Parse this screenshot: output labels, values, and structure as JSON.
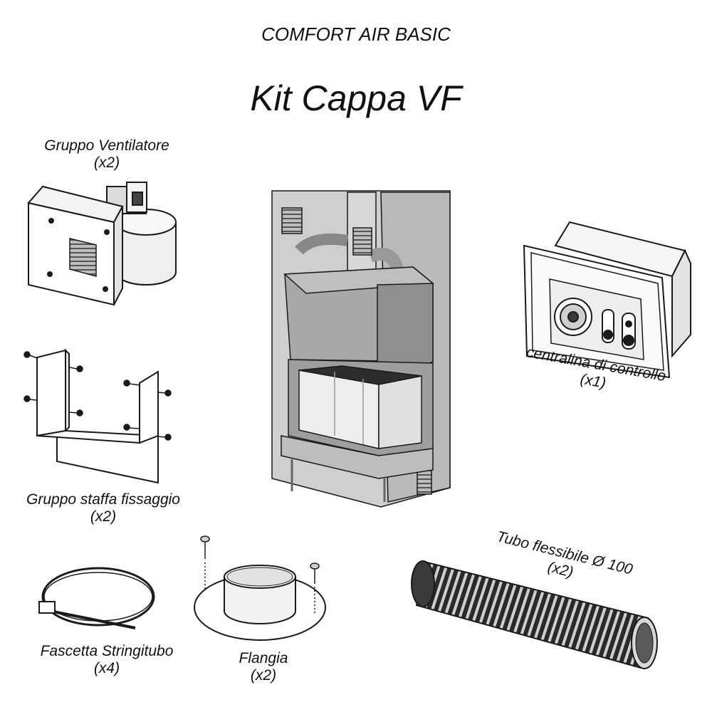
{
  "header": {
    "subtitle": "COMFORT AIR BASIC",
    "title": "Kit Cappa VF"
  },
  "parts": [
    {
      "id": "fan",
      "name": "Gruppo Ventilatore",
      "qty": "(x2)"
    },
    {
      "id": "bracket",
      "name": "Gruppo staffa fissaggio",
      "qty": "(x2)"
    },
    {
      "id": "control",
      "name": "centralina di controllo",
      "qty": "(x1)"
    },
    {
      "id": "clamp",
      "name": "Fascetta Stringitubo",
      "qty": "(x4)"
    },
    {
      "id": "flange",
      "name": "Flangia",
      "qty": "(x2)"
    },
    {
      "id": "hose",
      "name": "Tubo flessibile Ø 100",
      "qty": "(x2)"
    }
  ],
  "colors": {
    "line": "#1a1a1a",
    "wall": "#c9c9c9",
    "wall_dark": "#9a9a9a",
    "steel": "#8c8c8c",
    "glass": "#ececec",
    "panel": "#f2f2f2"
  }
}
